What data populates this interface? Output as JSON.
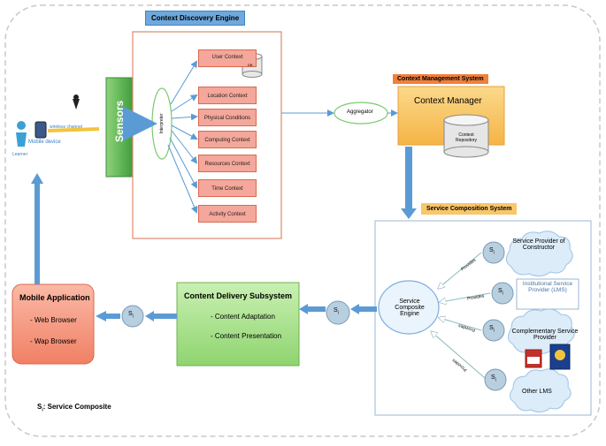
{
  "diagram": {
    "learner": {
      "device_label": "Mobile device",
      "person_label": "Learner",
      "wireless_label": "wireless channel"
    },
    "sensors": {
      "label": "Sensors"
    },
    "context_discovery": {
      "title": "Context Discovery Engine",
      "interpreter_label": "Interpreter",
      "contexts": [
        "User Context",
        "Location Context",
        "Physical Conditions",
        "Computing Context",
        "Resources Context",
        "Time Context",
        "Activity Context"
      ],
      "db_label": "DB"
    },
    "aggregator": {
      "label": "Aggregator"
    },
    "context_management": {
      "title": "Context Management System",
      "manager_label": "Context Manager",
      "repository_label": "Context Repository"
    },
    "service_composition": {
      "title": "Service Composition System",
      "engine_label": "Service Composite Engine",
      "providers": [
        {
          "name": "Service Provider of Constructor",
          "relation": "Provides"
        },
        {
          "name": "Institutional Service Provider (LMS)",
          "relation": "Provides"
        },
        {
          "name": "Complementary Service Provider",
          "relation": "Provides"
        },
        {
          "name": "Other LMS",
          "relation": "Provides"
        }
      ],
      "node_label": "S",
      "node_sub": "i"
    },
    "content_delivery": {
      "title": "Content Delivery Subsystem",
      "items": [
        "- Content Adaptation",
        "- Content Presentation"
      ]
    },
    "mobile_app": {
      "title": "Mobile Application",
      "items": [
        "- Web Browser",
        "- Wap Browser"
      ]
    },
    "legend": {
      "symbol": "S",
      "sub": "i",
      "text": ": Service Composite"
    },
    "colors": {
      "sensors": "#5cb85c",
      "context_box": "#f4a79a",
      "manager": "#f9c66a",
      "delivery": "#a8e08a",
      "mobile": "#f59c85",
      "node": "#b8cfe0",
      "cloud": "#e6f2fb",
      "arrow": "#7aaee0"
    }
  }
}
